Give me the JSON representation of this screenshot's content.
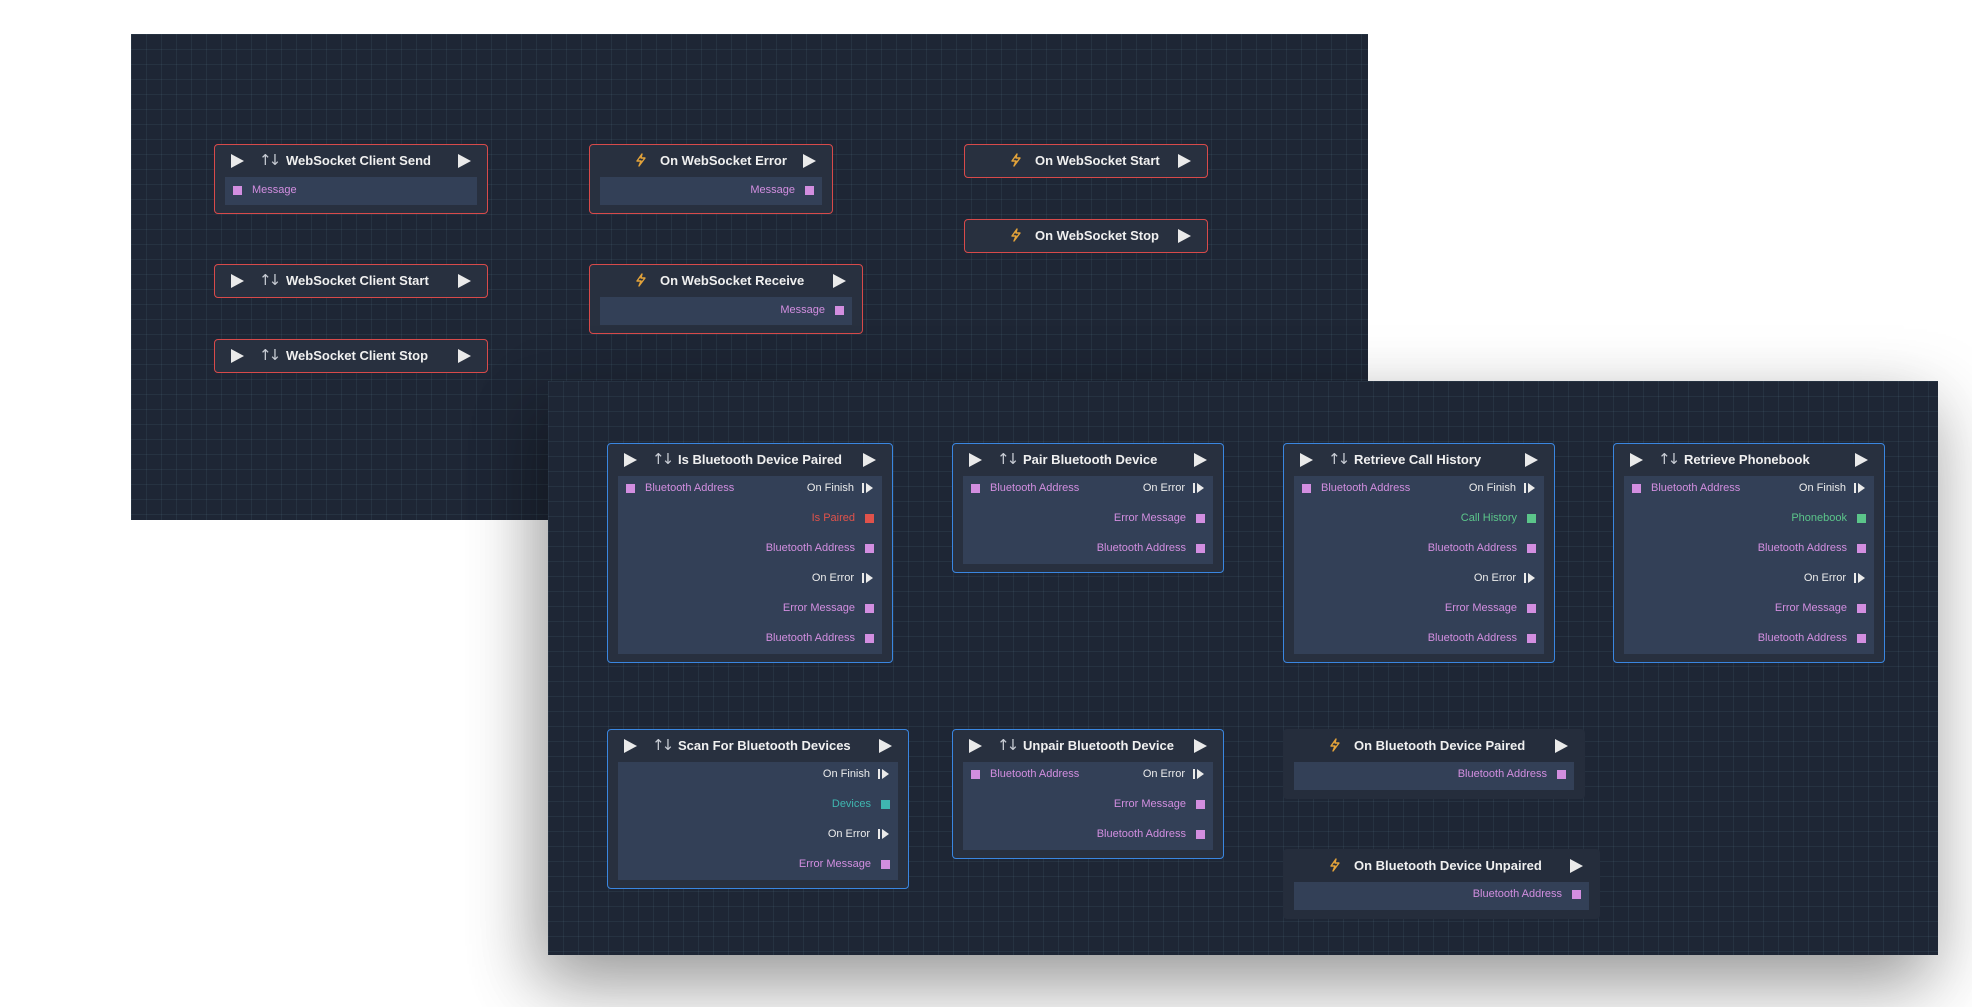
{
  "websocket_nodes": {
    "client_send": {
      "title": "WebSocket Client Send",
      "pin_message": "Message"
    },
    "client_start": {
      "title": "WebSocket Client Start"
    },
    "client_stop": {
      "title": "WebSocket Client Stop"
    },
    "on_error": {
      "title": "On WebSocket Error",
      "pin_message": "Message"
    },
    "on_receive": {
      "title": "On WebSocket Receive",
      "pin_message": "Message"
    },
    "on_start": {
      "title": "On WebSocket Start"
    },
    "on_stop": {
      "title": "On WebSocket Stop"
    }
  },
  "bluetooth_nodes": {
    "is_paired": {
      "title": "Is Bluetooth Device Paired",
      "in_address": "Bluetooth Address",
      "on_finish": "On Finish",
      "is_paired": "Is Paired",
      "out_address_1": "Bluetooth Address",
      "on_error": "On Error",
      "error_message": "Error Message",
      "out_address_2": "Bluetooth Address"
    },
    "pair": {
      "title": "Pair Bluetooth Device",
      "in_address": "Bluetooth Address",
      "on_error": "On Error",
      "error_message": "Error Message",
      "out_address": "Bluetooth Address"
    },
    "call_history": {
      "title": "Retrieve Call History",
      "in_address": "Bluetooth Address",
      "on_finish": "On Finish",
      "result": "Call History",
      "out_address_1": "Bluetooth Address",
      "on_error": "On Error",
      "error_message": "Error Message",
      "out_address_2": "Bluetooth Address"
    },
    "phonebook": {
      "title": "Retrieve Phonebook",
      "in_address": "Bluetooth Address",
      "on_finish": "On Finish",
      "result": "Phonebook",
      "out_address_1": "Bluetooth Address",
      "on_error": "On Error",
      "error_message": "Error Message",
      "out_address_2": "Bluetooth Address"
    },
    "scan": {
      "title": "Scan For Bluetooth Devices",
      "on_finish": "On Finish",
      "devices": "Devices",
      "on_error": "On Error",
      "error_message": "Error Message"
    },
    "unpair": {
      "title": "Unpair Bluetooth Device",
      "in_address": "Bluetooth Address",
      "on_error": "On Error",
      "error_message": "Error Message",
      "out_address": "Bluetooth Address"
    },
    "on_paired": {
      "title": "On Bluetooth Device Paired",
      "out_address": "Bluetooth Address"
    },
    "on_unpaired": {
      "title": "On Bluetooth Device Unpaired",
      "out_address": "Bluetooth Address"
    }
  },
  "colors": {
    "canvas": "#1e2635",
    "node": "#28303f",
    "node_body": "#334057",
    "websocket_border": "#d84a4a",
    "bluetooth_border": "#3a86e0",
    "pin_string": "#d28ee0",
    "pin_bool": "#e0524b",
    "pin_history": "#5bc58a",
    "pin_devices": "#3fb6b0",
    "event_icon": "#e3a33a"
  },
  "icons": {
    "exec": "play-triangle-icon",
    "function": "sync-arrows-icon",
    "event": "lightning-bolt-icon"
  }
}
